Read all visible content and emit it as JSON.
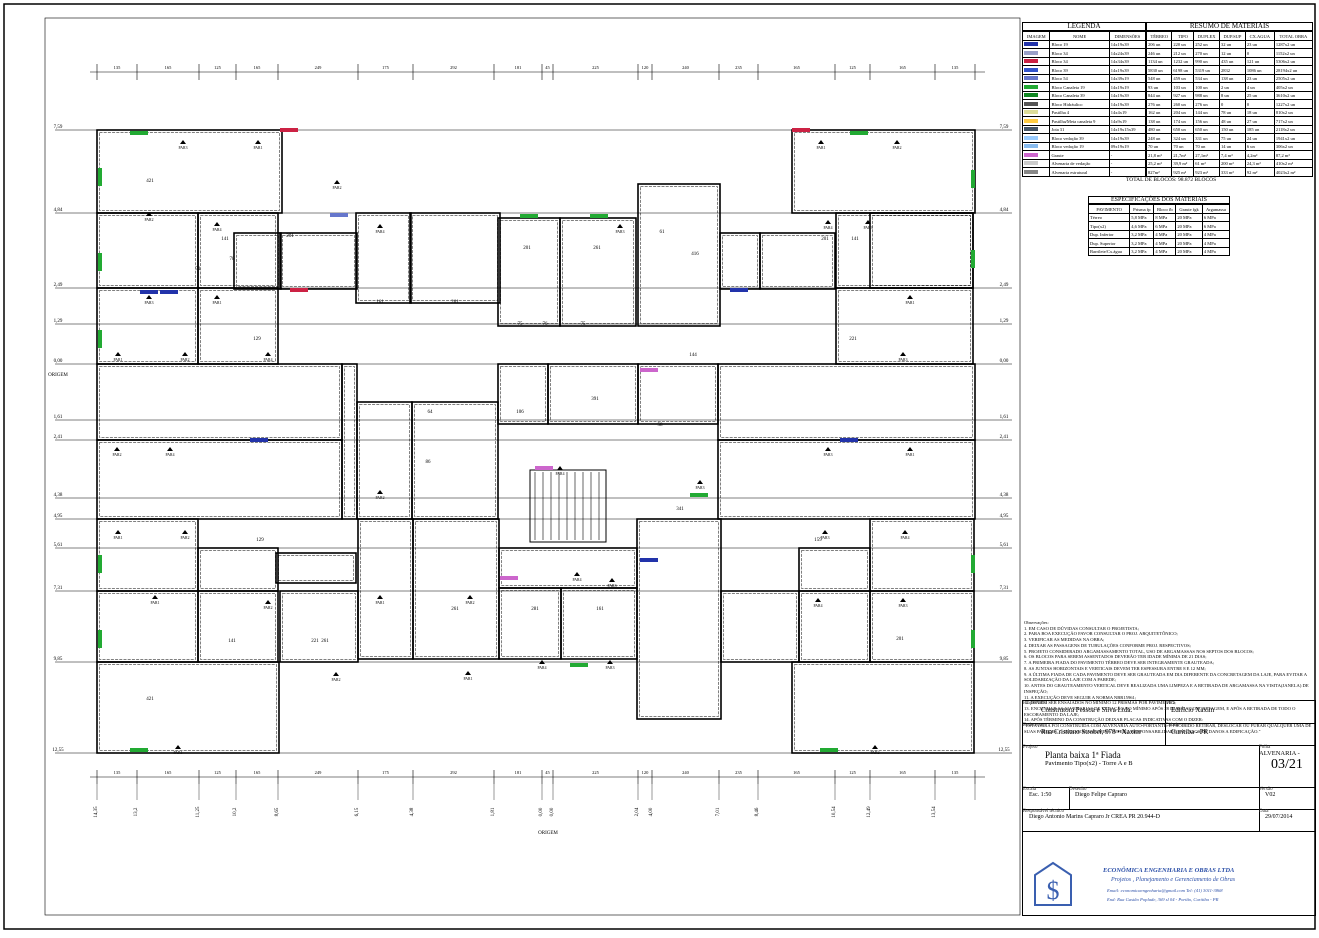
{
  "legend": {
    "title": "LEGENDA",
    "headers": [
      "IMAGEM",
      "NOME",
      "DIMENSÕES"
    ],
    "rows": [
      {
        "name": "Bloco 19",
        "dim": "14x19x39"
      },
      {
        "name": "Bloco 34",
        "dim": "14x24x39"
      },
      {
        "name": "Bloco 34",
        "dim": "14x34x39"
      },
      {
        "name": "Bloco 39",
        "dim": "14x19x39"
      },
      {
        "name": "Bloco 54",
        "dim": "14x39x19"
      },
      {
        "name": "Bloco Canaleta 19",
        "dim": "14x19x19"
      },
      {
        "name": "Bloco Canaleta 39",
        "dim": "14x19x39"
      },
      {
        "name": "Bloco Hidráulico",
        "dim": "14x19x39"
      },
      {
        "name": "Pastilha 4",
        "dim": "14x4x19"
      },
      {
        "name": "Pastilha/Meia canaleta 9",
        "dim": "14x9x19"
      },
      {
        "name": "Jota 31",
        "dim": "14x19x15x39"
      },
      {
        "name": "Bloco vedação 39",
        "dim": "14x19x39"
      },
      {
        "name": "Bloco vedação 19",
        "dim": "09x19x19"
      },
      {
        "name": "Graute",
        "dim": "-"
      },
      {
        "name": "Alvenaria de vedação",
        "dim": "-"
      },
      {
        "name": "Alvenaria estrutural",
        "dim": "-"
      }
    ],
    "colors": [
      "#2233aa",
      "#9aa0c8",
      "#cc2244",
      "#3355cc",
      "#6677cc",
      "#22aa33",
      "#118822",
      "#555555",
      "#dddd99",
      "#ffcc44",
      "#445566",
      "#99ccff",
      "#88bbee",
      "#cc66cc",
      "#cccccc",
      "#888888"
    ]
  },
  "materials": {
    "title": "RESUMO DE MATERIAIS",
    "headers": [
      "TÉRREO",
      "TIPO",
      "DUPLEX",
      "DUP.SUP",
      "CX.AGUA",
      "TOTAL OBRA"
    ],
    "rows": [
      [
        "206 un",
        "220 un",
        "252 un",
        "32 un",
        "23 un",
        "1287x2 un"
      ],
      [
        "246 un",
        "212 un",
        "270 un",
        "12 un",
        "0",
        "1152x2 un"
      ],
      [
        "1134 un",
        "1232 un",
        "990 un",
        "435 un",
        "121 un",
        "5306x2 un"
      ],
      [
        "5830 un",
        "6198 un",
        "5319 un",
        "2832",
        "1086 un",
        "28194x2 un"
      ],
      [
        "548 un",
        "459 un",
        "534 un",
        "138 un",
        "23 un",
        "2505x2 un"
      ],
      [
        "93 un",
        "103 un",
        "100 un",
        "2 un",
        "4 un",
        "405x2 un"
      ],
      [
        "844 un",
        "927 un",
        "988 un",
        "8 un",
        "25 un",
        "3610x2 un"
      ],
      [
        "276 un",
        "260 un",
        "276 un",
        "0",
        "0",
        "1227x2 un"
      ],
      [
        "162 un",
        "204 un",
        "144 un",
        "78 un",
        "18 un",
        "810x2 un"
      ],
      [
        "138 un",
        "174 un",
        "156 un",
        "48 un",
        "27 un",
        "717x2 un"
      ],
      [
        "480 un",
        "650 un",
        "650 un",
        "150 un",
        "185 un",
        "2118x2 un"
      ],
      [
        "248 un",
        "324 un",
        "331 un",
        "75 un",
        "24 un",
        "1941x2 un"
      ],
      [
        "70 un",
        "70 un",
        "70 un",
        "14 un",
        "6 un",
        "306x2 un"
      ],
      [
        "21,8 m³",
        "21,7m³",
        "27,1m³",
        "7,4 m³",
        "4,2m³",
        "87,2 m³"
      ],
      [
        "25,2 m²",
        "39,9 m²",
        "61 m²",
        "200 m²",
        "24,3 m²",
        "410x2 m²"
      ],
      [
        "827m²",
        "925 m²",
        "923 m²",
        "333 m²",
        "92 m²",
        "4023x2 m²"
      ]
    ],
    "total_blocks": "TOTAL DE BLOCOS: 98.872 BLOCOS"
  },
  "specs": {
    "title": "ESPECIFICAÇÕES DOS MATERIAIS",
    "headers": [
      "PAVIMENTO",
      "Prisma fp",
      "Bloco fb",
      "Graute fgk",
      "Argamassa"
    ],
    "rows": [
      [
        "Térreo",
        "5,8 MPa",
        "8 MPa",
        "20 MPa",
        "6 MPa"
      ],
      [
        "Tipo(x2)",
        "4,6 MPa",
        "6 MPa",
        "20 MPa",
        "6 MPa"
      ],
      [
        "Dup. Inferior",
        "3,2 MPa",
        "4 MPa",
        "20 MPa",
        "4 MPa"
      ],
      [
        "Dup. Superior",
        "3,2 MPa",
        "4 MPa",
        "20 MPa",
        "4 MPa"
      ],
      [
        "Barrilete/Cx.água",
        "3,2 MPa",
        "4 MPa",
        "20 MPa",
        "4 MPa"
      ]
    ]
  },
  "notes": {
    "title": "Observações:",
    "items": [
      "1. EM CASO DE DÚVIDAS CONSULTAR O PROJETISTA;",
      "2. PARA BOA EXECUÇÃO FAVOR CONSULTAR O PROJ. ARQUITETÔNICO;",
      "3. VERIFICAR AS MEDIDAS NA OBRA;",
      "4. DEIXAR AS PASSAGENS DE TUBULAÇÕES CONFORME PROJ. RESPECTIVOS;",
      "5. PROJETO CONSIDERADO ARGAMASSAMENTO TOTAL, USO DE ARGAMASSAS NOS SEPTOS DOS BLOCOS;",
      "6. OS BLOCOS PARA SEREM ASSENTADOS DEVERÃO TER IDADE MÍNIMA DE 21 DIAS;",
      "7. A PRIMEIRA FIADA DO PAVIMENTO TÉRREO DEVE SER INTEGRAMENTE GRAUTEADA;",
      "8. AS JUNTAS HORIZONTAIS E VERTICAIS DEVEM TER ESPESSURA ENTRE 8 E 12 MM;",
      "9. A ÚLTIMA FIADA DE CADA PAVIMENTO DEVE SER GRAUTEADA EM DIA DIFERENTE DA CONCRETAGEM DA LAJE, PARA EVITAR A SOLIDARIZAÇÃO DA LAJE COM A PAREDE;",
      "10. ANTES DO GRAUTEAMENTO VERTICAL DEVE REALIZADA UMA LIMPEZA E A RETIRADA DE ARGAMASSA NA VISITA(JANELA) DE INSPEÇÃO;",
      "11. A EXECUÇÃO DEVE SEGUIR A NORMA NBR15961;",
      "12. DEVEM SER ENSAIADOS NO MÍNIMO 12 PRISMAS POR PAVIMENTO;",
      "13. ENCUNHAR AS ALVENARIAS DE VEDAÇÃO NO MÍNIMO APÓS 28 DIAS DA CONCRETAGEM, E APÓS A RETIRADA DE TODO O ESCORAMENTO DA LAJE;",
      "14. APÓS TÉRMINO DA CONSTRUÇÃO DEIXAR PLACAS INDICATIVAS COM O DIZER:",
      "\"ESTA OBRA FOI CONSTRUÍDA COM ALVENARIA AUTO-PORTANTE. É PROIBIDO RETIRAR, DESLOCAR OU FURAR QUALQUER UMA DE SUAS PAREDES. O INFRATOR ASSUMIRÁ INTEIRA RESPONSABILIDADE EM CASOS DE DANOS A EDIFICAÇÃO.\""
    ]
  },
  "title_block": {
    "owner_label": "Proprietário",
    "owner": "Construtora Pessoa e Silva Ltda.",
    "work_label": "Obra",
    "work": "Edifício Xaxim",
    "address_label": "Endereço",
    "address": "Rua Cristiano Strobel, 978 • Xaxim",
    "city_label": "Cidade",
    "city": "Curitiba - PR",
    "project_label": "Projeto",
    "project": "Planta baixa 1ª Fiada",
    "project_sub": "Pavimento Tipo(x2) - Torre A e B",
    "sheet_label": "Folha",
    "sheet_kind": "ALVENARIA -",
    "sheet": "03/21",
    "scale_label": "Escala",
    "scale": "Esc. 1:50",
    "drawer_label": "Desenho",
    "drawer": "Diego Felipe Capraro",
    "version_label": "Versão",
    "version": "V02",
    "tech_label": "Responsável técnico",
    "tech": "Diego Antonio Marins Capraro Jr CREA PR 20.944-D",
    "date_label": "Data",
    "date": "29/07/2014",
    "company": "ECONÔMICA ENGENHARIA E OBRAS LTDA",
    "company_sub": "Projetos , Planejamento e Gerenciamento de Obras",
    "email": "Email: economicaengenharia@gmail.com   Tel: (41) 3011-3868",
    "company_address": "End: Rua Gastão Poplade, 369 sl 04 - Portão, Curitiba - PR"
  },
  "plan": {
    "top_dims": [
      "135",
      "165",
      "125",
      "165",
      "249",
      "175",
      "292",
      "181",
      "45",
      "225",
      "120",
      "240",
      "235",
      "165",
      "125",
      "165",
      "135"
    ],
    "bottom_dims": [
      "135",
      "165",
      "125",
      "165",
      "249",
      "175",
      "292",
      "181",
      "45",
      "225",
      "120",
      "240",
      "235",
      "165",
      "125",
      "165",
      "135"
    ],
    "bottom_coords": [
      "14,35",
      "13,2",
      "11,25",
      "10,2",
      "8,65",
      "6,15",
      "4,38",
      "1,81",
      "0,00",
      "0,00",
      "2,04",
      "4,00",
      "7,01",
      "8,46",
      "10,54",
      "12,49",
      "13,54"
    ],
    "left_levels": [
      "7,59",
      "4,84",
      "2,49",
      "1,29",
      "0,00",
      "ORIGEM",
      "1,61",
      "2,41",
      "4,38",
      "4,95",
      "5,61",
      "7,31",
      "9,85",
      "12,55"
    ],
    "right_levels": [
      "7,59",
      "4,84",
      "2,49",
      "1,29",
      "0,00",
      "1,61",
      "2,41",
      "4,38",
      "4,95",
      "5,61",
      "7,31",
      "9,85",
      "12,55"
    ],
    "origin_label": "ORIGEM",
    "room_labels": [
      "421",
      "141",
      "78",
      "71",
      "201",
      "261",
      "201",
      "261",
      "416",
      "141",
      "129",
      "161",
      "201",
      "221",
      "129",
      "159",
      "141",
      "221",
      "421",
      "261",
      "281",
      "161",
      "261",
      "201",
      "75",
      "76",
      "75",
      "144",
      "106",
      "391",
      "64",
      "61",
      "341",
      "86",
      "58"
    ],
    "markers": [
      "PAR3",
      "PAR1",
      "PAR2",
      "PAR4"
    ]
  }
}
